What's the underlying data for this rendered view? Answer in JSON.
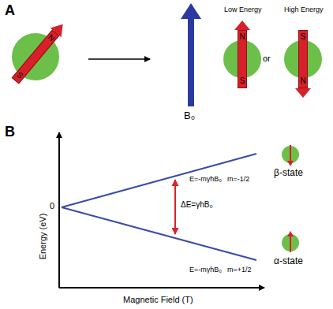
{
  "diagram": {
    "nodes": [
      {
        "text": [
          "N",
          "S"
        ]
      },
      {
        "text": [
          "N",
          "S"
        ]
      },
      {
        "text": [
          "S",
          "N"
        ]
      }
    ],
    "labels": [
      "A",
      "Low Energy",
      "High Energy",
      "or",
      "B₀",
      "B",
      "Energy (eV)",
      "0",
      "E=-mγhB₀",
      "m=-1/2",
      "ΔE=γhB₀",
      "E=-mγhB₀",
      "m=+1/2",
      "β-state",
      "α-state",
      "Magnetic Field (T)"
    ]
  }
}
